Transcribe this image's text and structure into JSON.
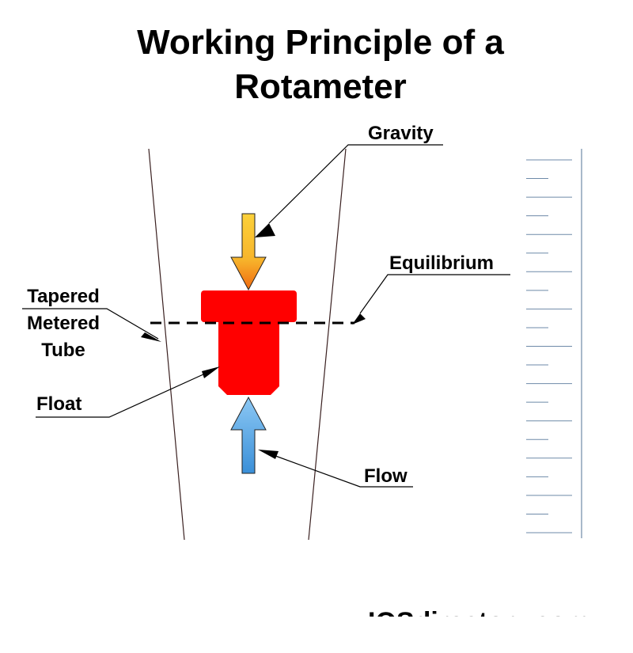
{
  "title": {
    "line1": "Working Principle of a",
    "line2": "Rotameter"
  },
  "labels": {
    "gravity": "Gravity",
    "equilibrium": "Equilibrium",
    "tube_line1": "Tapered",
    "tube_line2": "Metered",
    "tube_line3": "Tube",
    "float": "Float",
    "flow": "Flow"
  },
  "watermark": "IQSdirectory.com",
  "colors": {
    "float": "#ff0000",
    "gravity_arrow": "#f7b52c",
    "flow_arrow": "#4aa3e8",
    "scale": "#6e8aa8"
  }
}
